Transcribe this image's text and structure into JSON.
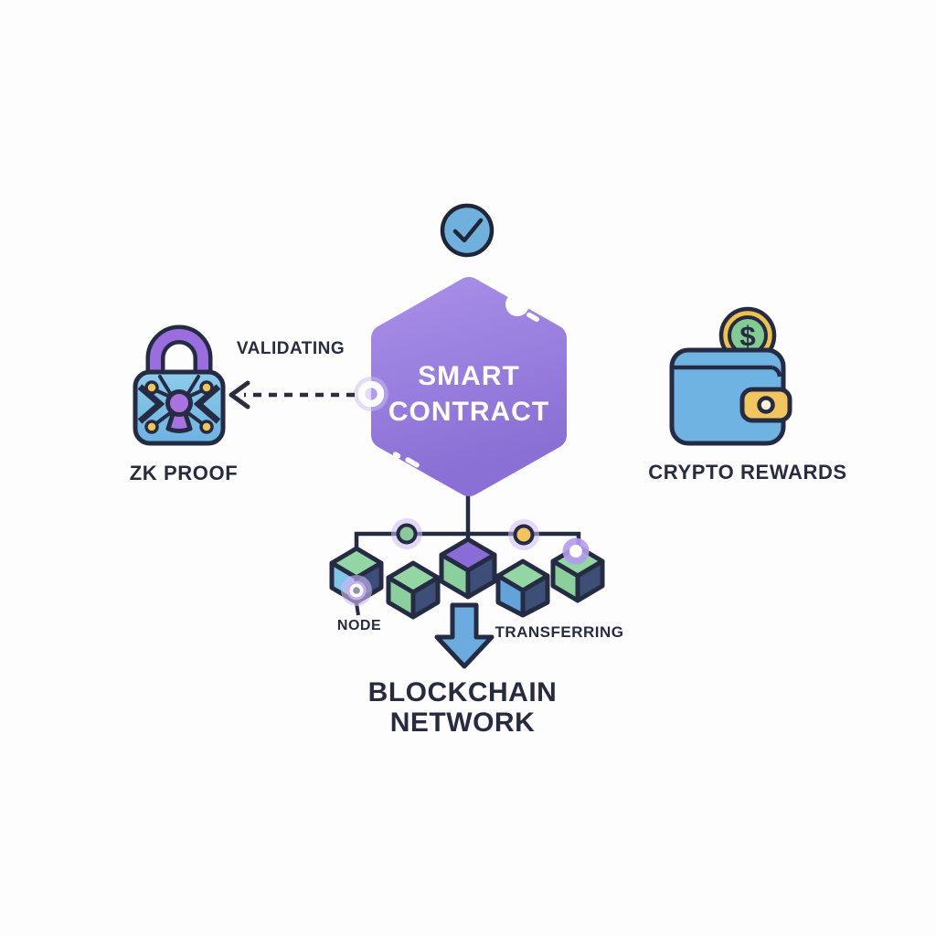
{
  "page": {
    "background": "#fdfdfd"
  },
  "status": {
    "icon": "check-icon",
    "fill": "#6fb0dc",
    "ring": "#1f2636"
  },
  "contract": {
    "title": "SMART CONTRACT",
    "color_top": "#a78ee8",
    "color_bottom": "#8a6fd4"
  },
  "validating": {
    "label": "VALIDATING"
  },
  "zk_proof": {
    "label": "ZK PROOF",
    "icon": "zk-lock-icon",
    "shackle_color": "#9a6ede",
    "body_top": "#8ecbe9",
    "body_bottom": "#6cb2e2",
    "keyhole_color": "#a873e0",
    "dot_color": "#f2c657"
  },
  "crypto_rewards": {
    "label": "CRYPTO REWARDS",
    "icon": "wallet-coin-icon",
    "coin_symbol": "$",
    "coin_ring": "#eec24e",
    "coin_center": "#82cb92",
    "wallet_color": "#6fb3e3",
    "clasp_color": "#f2c560"
  },
  "blockchain": {
    "title": "BLOCKCHAIN NETWORK",
    "node_label": "NODE",
    "transferring_label": "TRANSFERRING",
    "transfer_icon": "arrow-down-icon",
    "arrow_fill": "#6babdf",
    "halo_color": "#cdbbf3",
    "junctions": [
      {
        "name": "junction-dot-green",
        "color": "#8cc99b"
      },
      {
        "name": "junction-dot-yellow",
        "color": "#f3c45c"
      }
    ],
    "nodes": [
      {
        "top": "#93d6a4",
        "left": "#7fc6e9",
        "right": "#3d4e77"
      },
      {
        "top": "#93d6a4",
        "left": "#8bcf9c",
        "right": "#3d4e77"
      },
      {
        "top": "#8a6cd6",
        "left": "#8bcf9c",
        "right": "#3d4e77"
      },
      {
        "top": "#93d6a4",
        "left": "#63a3d9",
        "right": "#3d4e77"
      },
      {
        "top": "#93d6a4",
        "left": "#8bcf9c",
        "right": "#3d4e77"
      }
    ]
  }
}
